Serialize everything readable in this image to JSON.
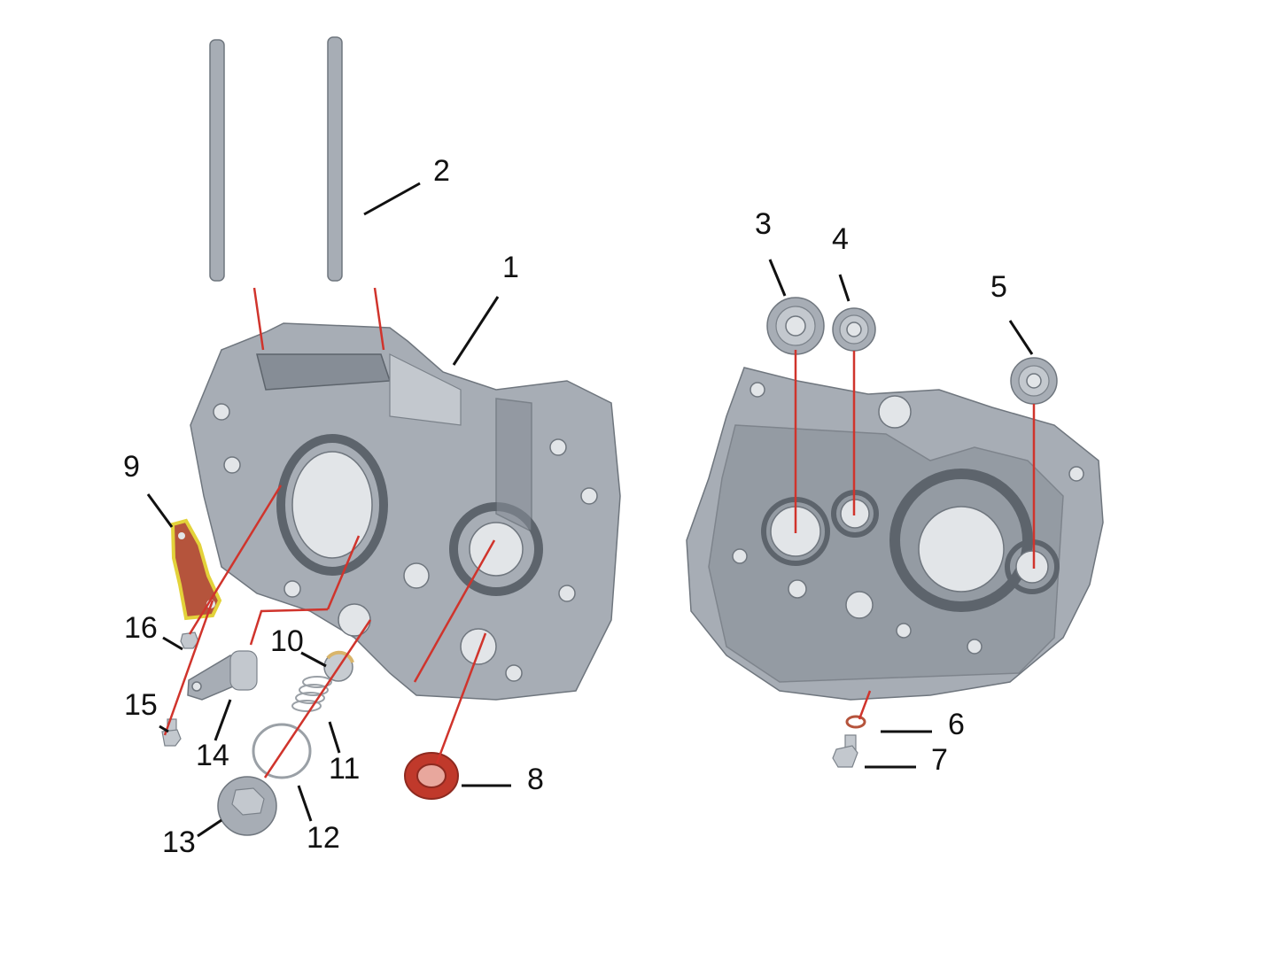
{
  "callouts": [
    {
      "id": "1",
      "text": "1"
    },
    {
      "id": "2",
      "text": "2"
    },
    {
      "id": "3",
      "text": "3"
    },
    {
      "id": "4",
      "text": "4"
    },
    {
      "id": "5",
      "text": "5"
    },
    {
      "id": "6",
      "text": "6"
    },
    {
      "id": "7",
      "text": "7"
    },
    {
      "id": "8",
      "text": "8"
    },
    {
      "id": "9",
      "text": "9"
    },
    {
      "id": "10",
      "text": "10"
    },
    {
      "id": "11",
      "text": "11"
    },
    {
      "id": "12",
      "text": "12"
    },
    {
      "id": "13",
      "text": "13"
    },
    {
      "id": "14",
      "text": "14"
    },
    {
      "id": "15",
      "text": "15"
    },
    {
      "id": "16",
      "text": "16"
    }
  ],
  "colors": {
    "casting": "#a7adb5",
    "leader_line": "#111111",
    "assembly_line": "#d0342c",
    "oil_seal": "#c0392b",
    "gasket_edge": "#e3d23a"
  }
}
